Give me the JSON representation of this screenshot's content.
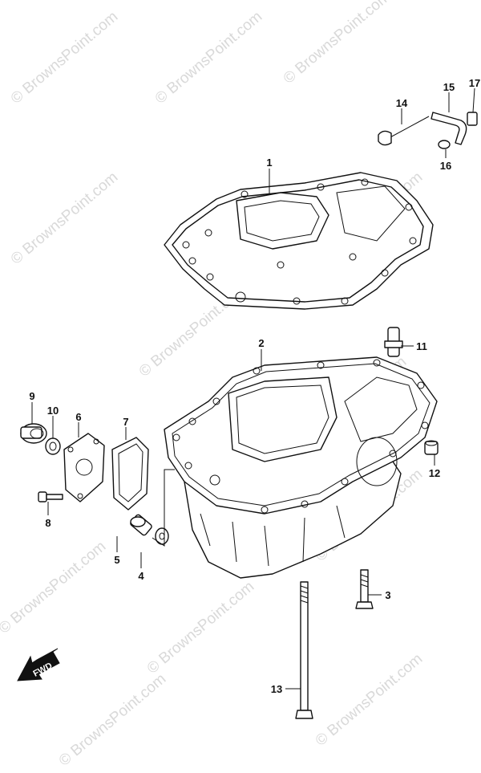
{
  "watermark": "© BrownsPoint.com",
  "fwd_label": "FWD",
  "labels": {
    "p1": "1",
    "p2": "2",
    "p3": "3",
    "p4": "4",
    "p5": "5",
    "p6": "6",
    "p7": "7",
    "p8": "8",
    "p9": "9",
    "p10": "10",
    "p11": "11",
    "p12": "12",
    "p13": "13",
    "p14": "14",
    "p15": "15",
    "p16": "16",
    "p17": "17"
  }
}
